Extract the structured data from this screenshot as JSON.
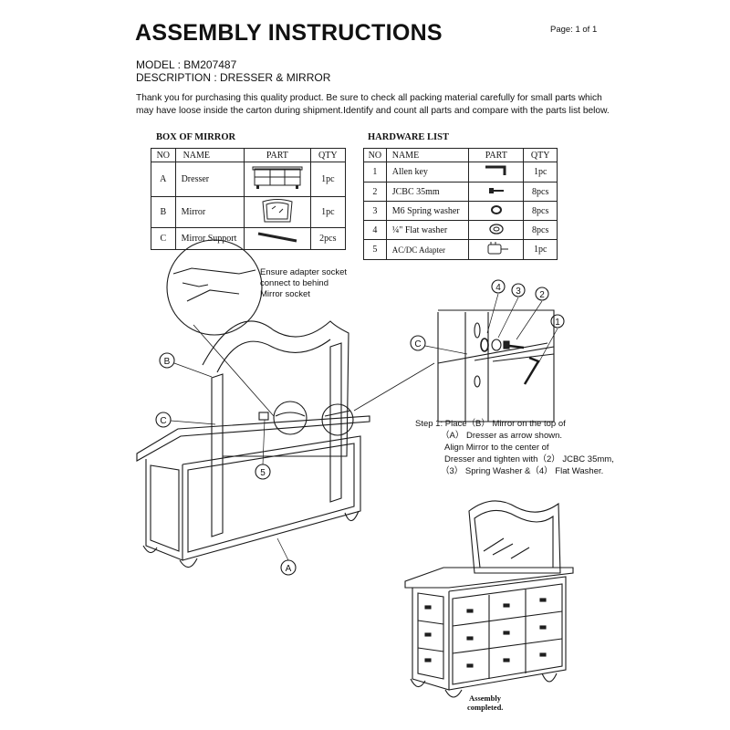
{
  "header": {
    "title": "ASSEMBLY INSTRUCTIONS",
    "page": "Page: 1 of 1",
    "model": "MODEL : BM207487",
    "description": "DESCRIPTION : DRESSER & MIRROR"
  },
  "intro": "Thank you for purchasing this quality product. Be sure to check all packing material carefully for small parts which may have loose inside the carton during shipment.Identify and count all parts and compare with the parts list below.",
  "box_table": {
    "title": "BOX OF MIRROR",
    "columns": [
      "NO",
      "NAME",
      "PART",
      "QTY"
    ],
    "rows": [
      {
        "no": "A",
        "name": "Dresser",
        "part_icon": "dresser-icon",
        "qty": "1pc"
      },
      {
        "no": "B",
        "name": "Mirror",
        "part_icon": "mirror-icon",
        "qty": "1pc"
      },
      {
        "no": "C",
        "name": "Mirror Support",
        "part_icon": "support-bar-icon",
        "qty": "2pcs"
      }
    ]
  },
  "hardware_table": {
    "title": "HARDWARE LIST",
    "columns": [
      "NO",
      "NAME",
      "PART",
      "QTY"
    ],
    "rows": [
      {
        "no": "1",
        "name": "Allen key",
        "part_icon": "allen-key-icon",
        "qty": "1pc"
      },
      {
        "no": "2",
        "name": "JCBC 35mm",
        "part_icon": "bolt-icon",
        "qty": "8pcs"
      },
      {
        "no": "3",
        "name": "M6 Spring washer",
        "part_icon": "spring-washer-icon",
        "qty": "8pcs"
      },
      {
        "no": "4",
        "name": "¼\"  Flat washer",
        "part_icon": "flat-washer-icon",
        "qty": "8pcs"
      },
      {
        "no": "5",
        "name": "AC/DC Adapter",
        "part_icon": "adapter-icon",
        "qty": "1pc"
      }
    ]
  },
  "diagram": {
    "callout_adapter": [
      "Ensure adapter socket",
      "connect to behind",
      "Mirror socket"
    ],
    "labels": {
      "A": "A",
      "B": "B",
      "C": "C",
      "C2": "C",
      "n1": "1",
      "n2": "2",
      "n3": "3",
      "n4": "4",
      "n5": "5"
    },
    "step1": [
      "Step 1: Place（B） Mirror on the top of",
      "（A） Dresser as arrow shown.",
      "Align Mirror to the center of",
      "Dresser and tighten with（2） JCBC 35mm,",
      "（3） Spring Washer &（4） Flat Washer."
    ],
    "completed": [
      "Assembly",
      "completed."
    ]
  }
}
